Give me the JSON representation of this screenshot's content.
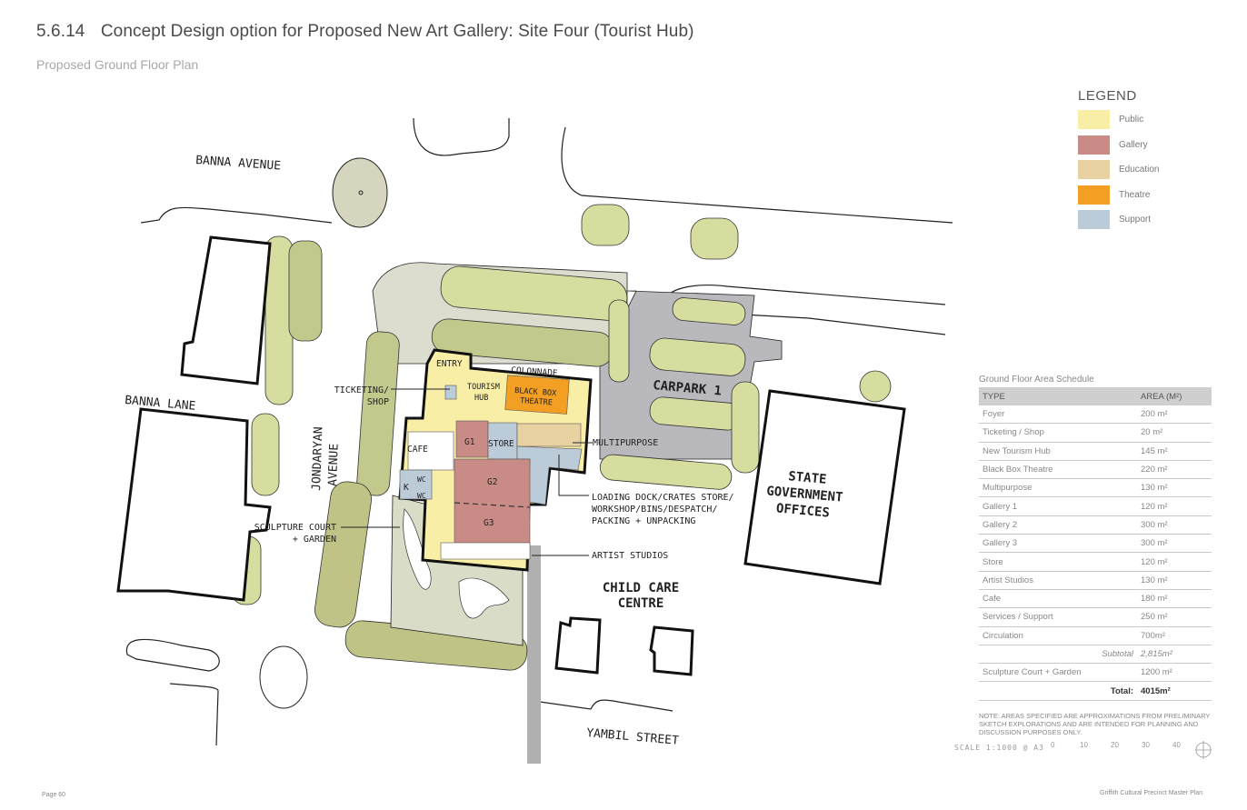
{
  "header": {
    "section_number": "5.6.14",
    "title": "Concept Design option for Proposed New Art Gallery: Site Four (Tourist Hub)",
    "subtitle": "Proposed Ground Floor Plan"
  },
  "legend": {
    "title": "LEGEND",
    "items": [
      {
        "label": "Public",
        "color": "#f9eea6"
      },
      {
        "label": "Gallery",
        "color": "#c98b86"
      },
      {
        "label": "Education",
        "color": "#e8d2a2"
      },
      {
        "label": "Theatre",
        "color": "#f39f24"
      },
      {
        "label": "Support",
        "color": "#bccbd8"
      }
    ]
  },
  "plan": {
    "streets": {
      "banna_avenue": "BANNA AVENUE",
      "banna_lane": "BANNA LANE",
      "jondaryan_avenue_1": "JONDARYAN",
      "jondaryan_avenue_2": "AVENUE",
      "yambil_street": "YAMBIL STREET"
    },
    "rooms": {
      "entry": "ENTRY",
      "colonnade": "COLONNADE",
      "tourism_hub_1": "TOURISM",
      "tourism_hub_2": "HUB",
      "black_box_1": "BLACK BOX",
      "black_box_2": "THEATRE",
      "cafe": "CAFE",
      "g1": "G1",
      "store": "STORE",
      "g2": "G2",
      "g3": "G3",
      "k": "K",
      "wc1": "WC",
      "wc2": "WC"
    },
    "callouts": {
      "ticketing_1": "TICKETING/",
      "ticketing_2": "SHOP",
      "multipurpose": "MULTIPURPOSE",
      "loading_1": "LOADING DOCK/CRATES STORE/",
      "loading_2": "WORKSHOP/BINS/DESPATCH/",
      "loading_3": "PACKING + UNPACKING",
      "artist_studios": "ARTIST STUDIOS",
      "sculpture_1": "SCULPTURE COURT",
      "sculpture_2": "+ GARDEN"
    },
    "sites": {
      "carpark": "CARPARK 1",
      "state_gov_1": "STATE",
      "state_gov_2": "GOVERNMENT",
      "state_gov_3": "OFFICES",
      "child_care_1": "CHILD CARE",
      "child_care_2": "CENTRE"
    }
  },
  "schedule": {
    "title": "Ground Floor Area Schedule",
    "columns": [
      "TYPE",
      "AREA (M²)"
    ],
    "rows": [
      {
        "type": "Foyer",
        "area": "200 m²"
      },
      {
        "type": "Ticketing / Shop",
        "area": "20 m²"
      },
      {
        "type": "New Tourism Hub",
        "area": "145 m²"
      },
      {
        "type": "Black Box Theatre",
        "area": "220 m²"
      },
      {
        "type": "Multipurpose",
        "area": "130 m²"
      },
      {
        "type": "Gallery 1",
        "area": "120 m²"
      },
      {
        "type": "Gallery 2",
        "area": "300 m²"
      },
      {
        "type": "Gallery 3",
        "area": "300 m²"
      },
      {
        "type": "Store",
        "area": "120 m²"
      },
      {
        "type": "Artist Studios",
        "area": "130 m²"
      },
      {
        "type": "Cafe",
        "area": "180 m²"
      },
      {
        "type": "Services / Support",
        "area": "250 m²"
      },
      {
        "type": "Circulation",
        "area": "700m²"
      }
    ],
    "subtotal_label": "Subtotal",
    "subtotal_value": "2,815m²",
    "extra_row": {
      "type": "Sculpture Court + Garden",
      "area": "1200 m²"
    },
    "total_label": "Total:",
    "total_value": "4015m²",
    "note": "NOTE: AREAS SPECIFIED ARE APPROXIMATIONS FROM PRELIMINARY SKETCH EXPLORATIONS AND ARE INTENDED FOR PLANNING AND DISCUSSION PURPOSES ONLY."
  },
  "scale": {
    "label": "SCALE 1:1000 @ A3",
    "ticks": [
      "0",
      "10",
      "20",
      "30",
      "40"
    ]
  },
  "footer": {
    "page": "Page 60",
    "doc_title": "Griffith Cultural Precinct Master Plan"
  }
}
